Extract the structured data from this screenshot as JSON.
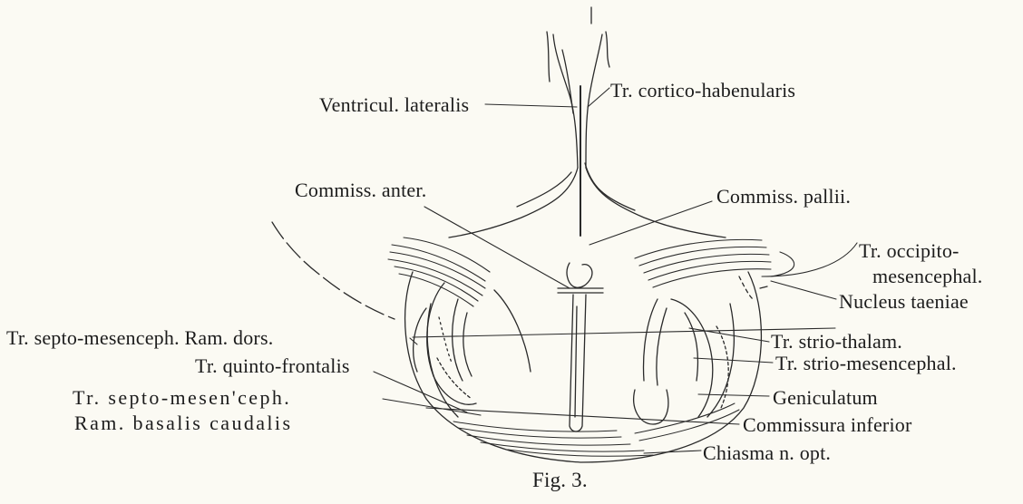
{
  "figure": {
    "caption": "Fig. 3.",
    "labels": {
      "tr_cortico_habenularis": "Tr. cortico-habenularis",
      "ventricul_lateralis": "Ventricul. lateralis",
      "commiss_anter": "Commiss. anter.",
      "commiss_pallii": "Commiss. pallii.",
      "tr_occipito_line1": "Tr. occipito-",
      "tr_occipito_line2": "mesencephal.",
      "nucleus_taeniae": "Nucleus taeniae",
      "tr_septo_mesenceph_dors": "Tr. septo-mesenceph. Ram. dors.",
      "tr_strio_thalam": "Tr. strio-thalam.",
      "tr_quinto_frontalis": "Tr. quinto-frontalis",
      "tr_strio_mesencephal": "Tr. strio-mesencephal.",
      "tr_septo_basal_line1": "Tr. septo-mesen'ceph.",
      "tr_septo_basal_line2": "Ram. basalis caudalis",
      "geniculatum": "Geniculatum",
      "commissura_inferior": "Commissura inferior",
      "chiasma_n_opt": "Chiasma n. opt."
    }
  }
}
